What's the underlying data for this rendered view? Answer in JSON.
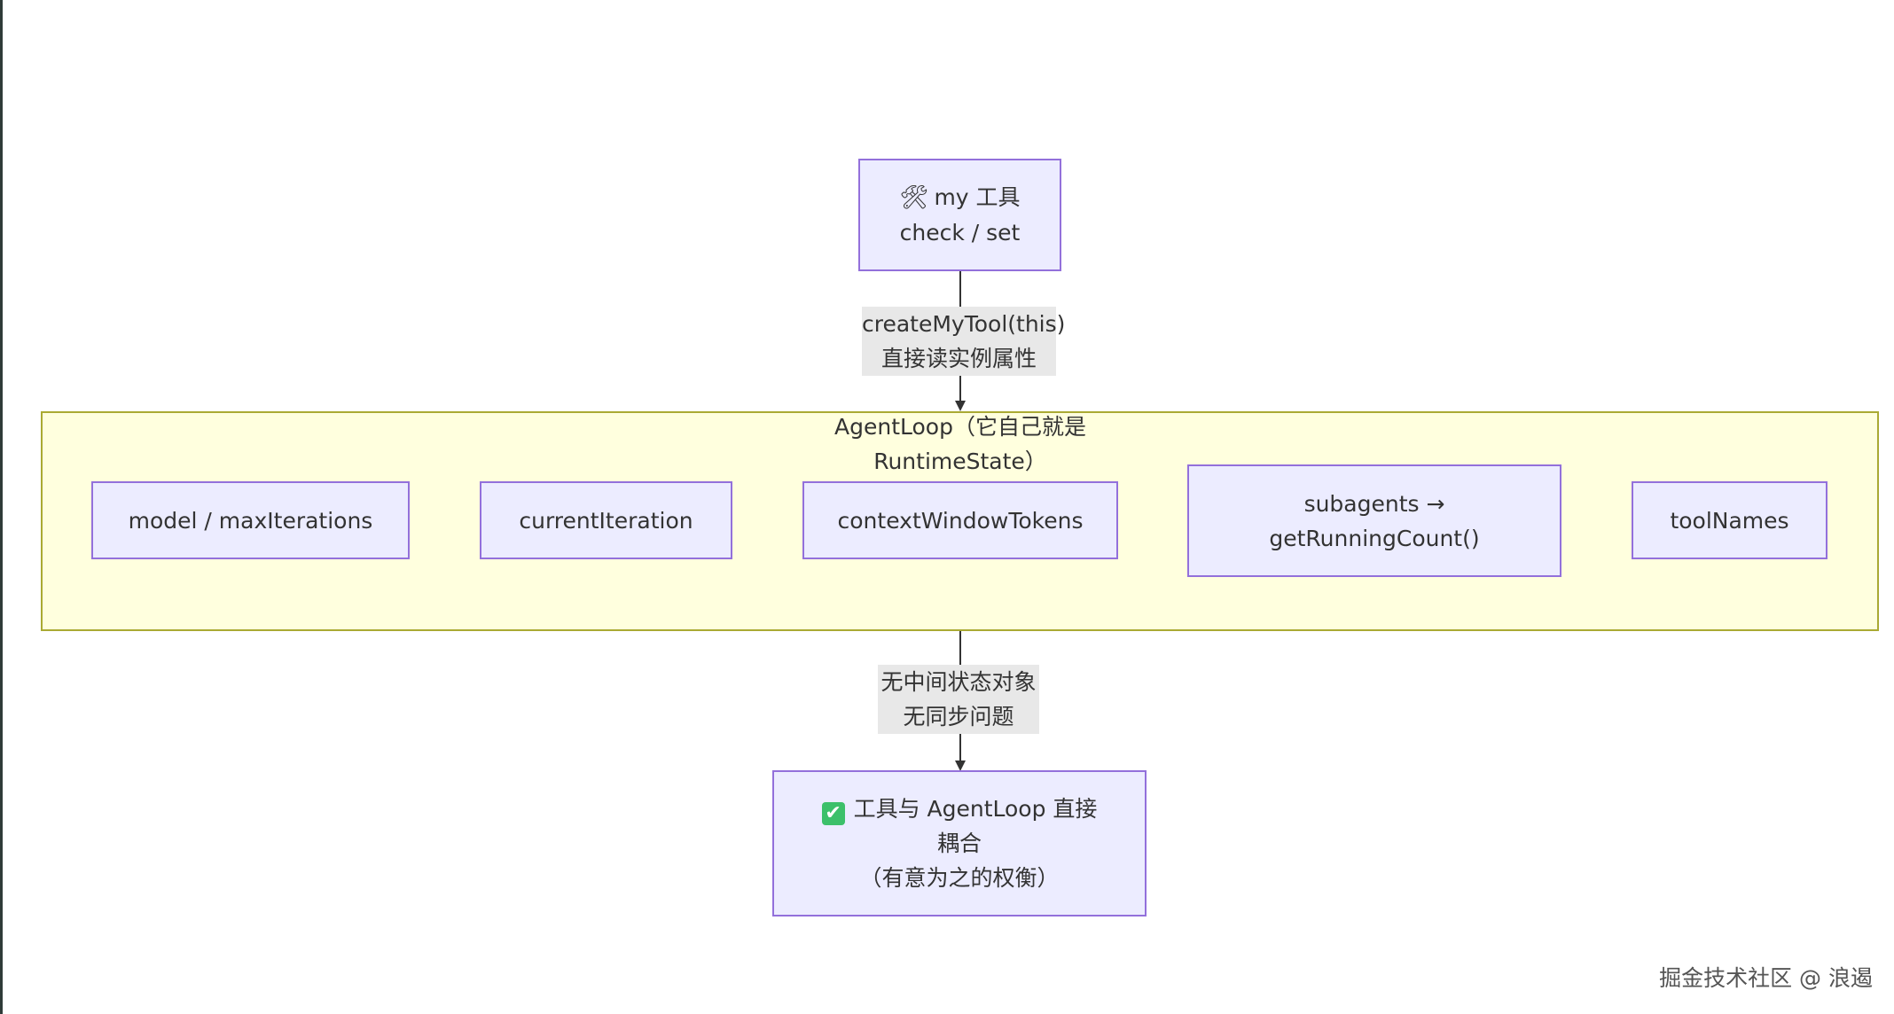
{
  "nodes": {
    "my_tool": {
      "icon": "hammer-and-wrench-icon",
      "icon_glyph": "🛠",
      "line1": "my 工具",
      "line2": "check / set"
    },
    "cluster": {
      "title_line1": "AgentLoop（它自己就是",
      "title_line2": "RuntimeState）"
    },
    "model": "model / maxIterations",
    "current_iteration": "currentIteration",
    "context_tokens": "contextWindowTokens",
    "subagents": {
      "line1": "subagents →",
      "line2": "getRunningCount()"
    },
    "tool_names": "toolNames",
    "result": {
      "icon": "check-mark-button-icon",
      "icon_glyph": "✔",
      "line1": "工具与 AgentLoop 直接",
      "line2": "耦合",
      "line3": "（有意为之的权衡）"
    }
  },
  "edges": {
    "top": {
      "line1": "createMyTool(this)",
      "line2": "直接读实例属性"
    },
    "bottom": {
      "line1": "无中间状态对象",
      "line2": "无同步问题"
    }
  },
  "watermark": "掘金技术社区 @ 浪遏",
  "colors": {
    "node_fill": "#ECECFF",
    "node_border": "#9370DB",
    "cluster_fill": "#ffffde",
    "cluster_border": "#aaaa33",
    "edge_label_bg": "#e8e8e8",
    "check_green": "#3cc06a"
  }
}
